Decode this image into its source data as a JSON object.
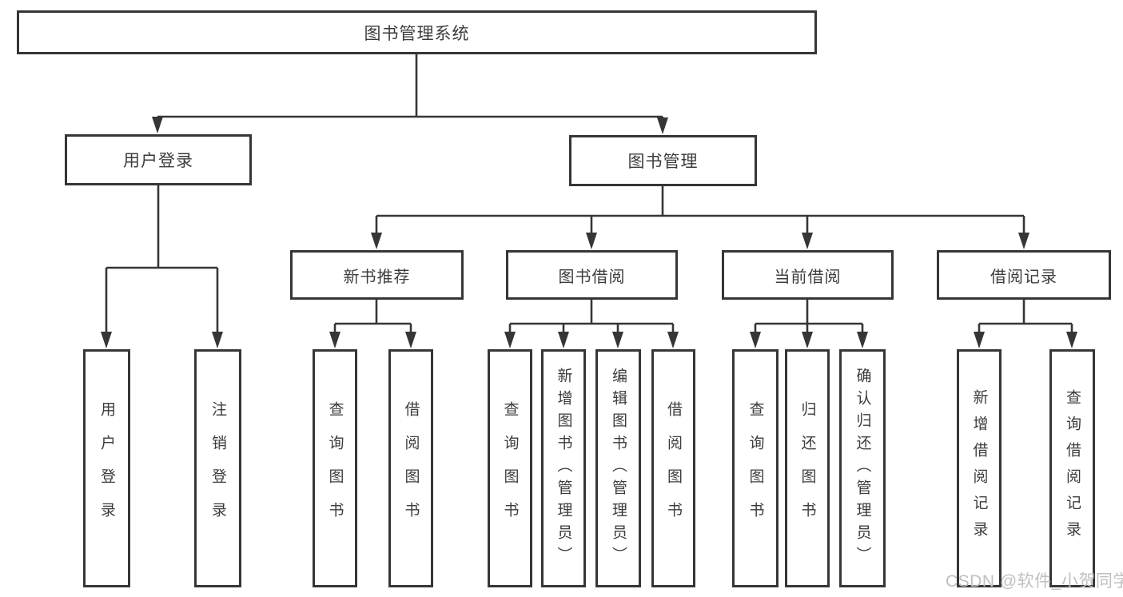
{
  "diagram": {
    "type": "hierarchy-tree",
    "orientation": "top-down",
    "colors": {
      "line": "#363636",
      "box_border": "#363636",
      "box_fill": "#ffffff",
      "text": "#3c3c3c",
      "watermark": "#bfbfbf",
      "background": "#ffffff"
    }
  },
  "tree": {
    "label": "图书管理系统",
    "children": [
      {
        "label": "用户登录",
        "children": [
          {
            "label": "用户登录"
          },
          {
            "label": "注销登录"
          }
        ]
      },
      {
        "label": "图书管理",
        "children": [
          {
            "label": "新书推荐",
            "children": [
              {
                "label": "查询图书"
              },
              {
                "label": "借阅图书"
              }
            ]
          },
          {
            "label": "图书借阅",
            "children": [
              {
                "label": "查询图书"
              },
              {
                "label": "新增图书（管理员）"
              },
              {
                "label": "编辑图书（管理员）"
              },
              {
                "label": "借阅图书"
              }
            ]
          },
          {
            "label": "当前借阅",
            "children": [
              {
                "label": "查询图书"
              },
              {
                "label": "归还图书"
              },
              {
                "label": "确认归还（管理员）"
              }
            ]
          },
          {
            "label": "借阅记录",
            "children": [
              {
                "label": "新增借阅记录"
              },
              {
                "label": "查询借阅记录"
              }
            ]
          }
        ]
      }
    ]
  },
  "watermark": {
    "text": "CSDN @软件_小贺同学"
  }
}
